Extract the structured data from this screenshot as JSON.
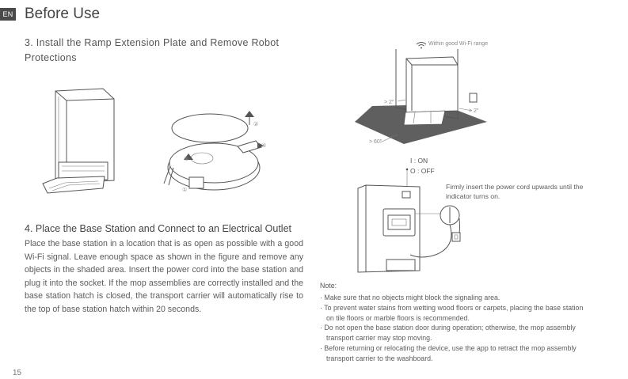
{
  "header": {
    "language_tab": "EN",
    "title": "Before Use"
  },
  "section3": {
    "heading": "3. Install the Ramp Extension Plate and Remove Robot Protections"
  },
  "section4": {
    "heading": "4. Place the Base Station and Connect to an Electrical Outlet",
    "body": "Place the base station in a location that is as open as possible with a good Wi-Fi signal. Leave enough space as shown in the figure and remove any objects in the shaded area. Insert the power cord into the base station and plug it into the socket. If the mop assemblies are correctly installed and the base station hatch is closed, the transport carrier will automatically rise to the top of base station hatch within 20 seconds."
  },
  "figure_placement": {
    "wifi_label": "Within good Wi-Fi range",
    "clearance_top": "> 2\"",
    "clearance_side": "> 2\"",
    "clearance_front": "> 60\""
  },
  "figure_robot": {
    "callouts": [
      "①",
      "②",
      "③",
      "④"
    ]
  },
  "figure_power": {
    "switch_on": "I : ON",
    "switch_off": "O : OFF",
    "instruction": "Firmly insert the power cord upwards until the indicator turns on."
  },
  "notes": {
    "label": "Note:",
    "items": [
      "Make sure that no objects might block the signaling area.",
      "To prevent water stains from wetting wood floors or carpets, placing the base station on tile floors or marble floors is recommended.",
      "Do not open the base station door during operation; otherwise, the mop assembly transport carrier may stop moving.",
      "Before returning or relocating the device, use the app to retract the mop assembly transport carrier to the washboard."
    ]
  },
  "footer": {
    "page_number": "15"
  }
}
